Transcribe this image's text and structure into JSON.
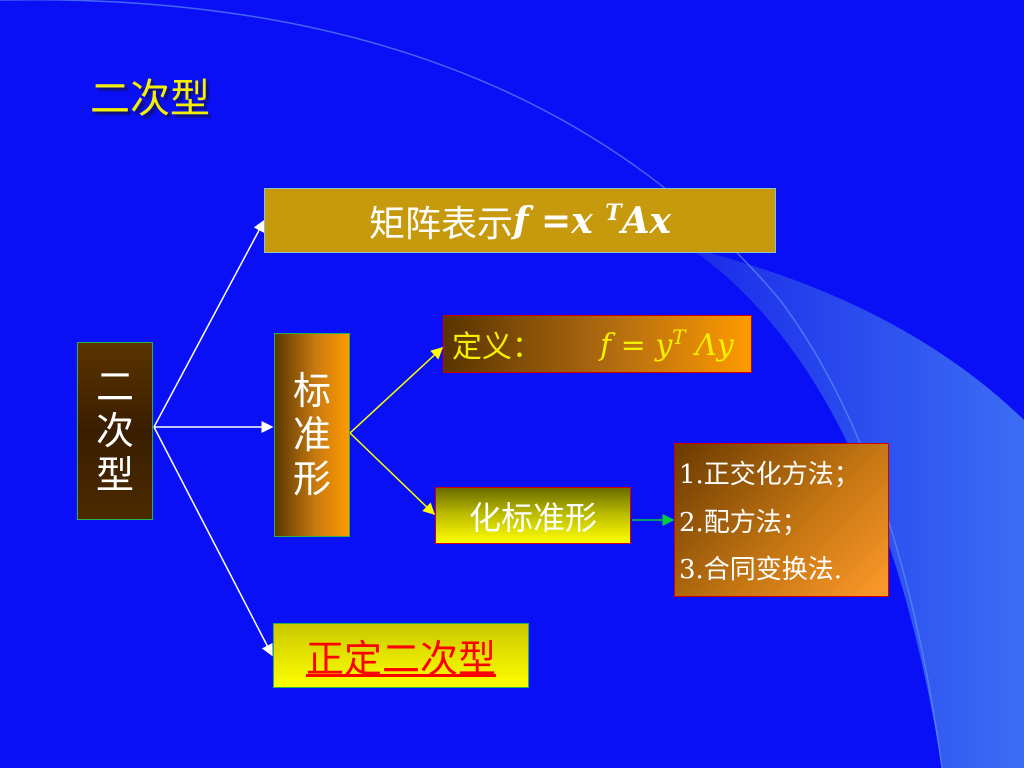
{
  "slide": {
    "title": "二次型",
    "root_chars": [
      "二",
      "次",
      "型"
    ],
    "matrix": {
      "label": "矩阵表示",
      "formula_a": "f =x ",
      "sup": "T",
      "formula_b": "Ax"
    },
    "standard_chars": [
      "标",
      "准",
      "形"
    ],
    "definition": {
      "label": "定义：",
      "formula_a": "f  = y",
      "sup": "T",
      "formula_b": " Λy"
    },
    "to_standard": "化标准形",
    "methods": [
      "1.正交化方法；",
      "2.配方法；",
      "3.合同变换法."
    ],
    "positive_definite": "正定二次型"
  },
  "colors": {
    "background": "#0a10f5",
    "title": "#f4f000",
    "arrow": "#ffffff",
    "accent_arrow": "#00cc44",
    "highlight_text": "#ff0000"
  }
}
